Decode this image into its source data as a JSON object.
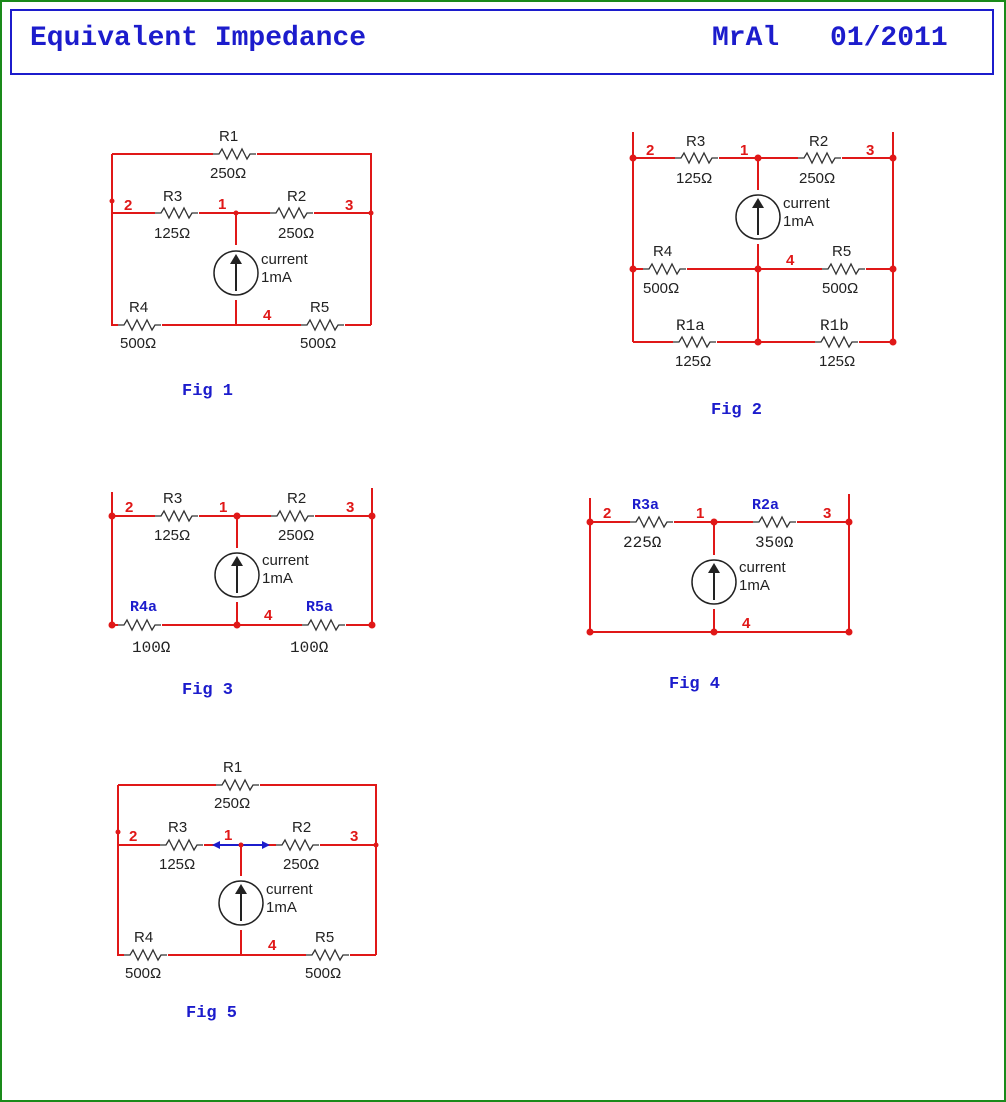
{
  "header": {
    "title": "Equivalent Impedance",
    "author": "MrAl",
    "date": "01/2011"
  },
  "colors": {
    "wire": "#e01818",
    "accent": "#1c1ccc",
    "frame": "#1a8a1a"
  },
  "fig1": {
    "caption": "Fig 1",
    "R1": {
      "name": "R1",
      "value": "250Ω"
    },
    "R3": {
      "name": "R3",
      "value": "125Ω"
    },
    "R2": {
      "name": "R2",
      "value": "250Ω"
    },
    "R4": {
      "name": "R4",
      "value": "500Ω"
    },
    "R5": {
      "name": "R5",
      "value": "500Ω"
    },
    "source": {
      "line1": "current",
      "line2": "1mA"
    },
    "nodes": {
      "n1": "1",
      "n2": "2",
      "n3": "3",
      "n4": "4"
    }
  },
  "fig2": {
    "caption": "Fig 2",
    "R3": {
      "name": "R3",
      "value": "125Ω"
    },
    "R2": {
      "name": "R2",
      "value": "250Ω"
    },
    "R4": {
      "name": "R4",
      "value": "500Ω"
    },
    "R5": {
      "name": "R5",
      "value": "500Ω"
    },
    "R1a": {
      "name": "R1a",
      "value": "125Ω"
    },
    "R1b": {
      "name": "R1b",
      "value": "125Ω"
    },
    "source": {
      "line1": "current",
      "line2": "1mA"
    },
    "nodes": {
      "n1": "1",
      "n2": "2",
      "n3": "3",
      "n4": "4"
    }
  },
  "fig3": {
    "caption": "Fig 3",
    "R3": {
      "name": "R3",
      "value": "125Ω"
    },
    "R2": {
      "name": "R2",
      "value": "250Ω"
    },
    "R4a": {
      "name": "R4a",
      "value": "100Ω"
    },
    "R5a": {
      "name": "R5a",
      "value": "100Ω"
    },
    "source": {
      "line1": "current",
      "line2": "1mA"
    },
    "nodes": {
      "n1": "1",
      "n2": "2",
      "n3": "3",
      "n4": "4"
    }
  },
  "fig4": {
    "caption": "Fig 4",
    "R3a": {
      "name": "R3a",
      "value": "225Ω"
    },
    "R2a": {
      "name": "R2a",
      "value": "350Ω"
    },
    "source": {
      "line1": "current",
      "line2": "1mA"
    },
    "nodes": {
      "n1": "1",
      "n2": "2",
      "n3": "3",
      "n4": "4"
    }
  },
  "fig5": {
    "caption": "Fig 5",
    "R1": {
      "name": "R1",
      "value": "250Ω"
    },
    "R3": {
      "name": "R3",
      "value": "125Ω"
    },
    "R2": {
      "name": "R2",
      "value": "250Ω"
    },
    "R4": {
      "name": "R4",
      "value": "500Ω"
    },
    "R5": {
      "name": "R5",
      "value": "500Ω"
    },
    "source": {
      "line1": "current",
      "line2": "1mA"
    },
    "nodes": {
      "n1": "1",
      "n2": "2",
      "n3": "3",
      "n4": "4"
    }
  }
}
